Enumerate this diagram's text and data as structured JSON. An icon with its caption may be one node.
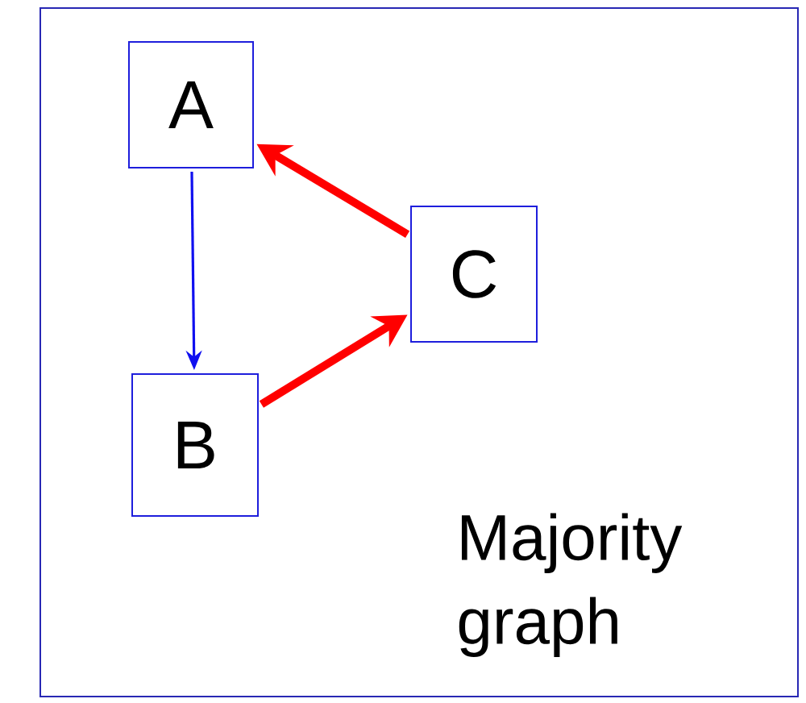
{
  "diagram": {
    "nodes": [
      {
        "text": [
          "Majority graph"
        ]
      },
      {
        "text": [
          "A"
        ],
        "in": 0
      },
      {
        "text": [
          "B"
        ],
        "in": 0
      },
      {
        "text": [
          "C"
        ],
        "in": 0
      }
    ],
    "edges": [
      {
        "from": 1,
        "to": 2,
        "arrow": "to",
        "color": "#1010f0"
      },
      {
        "from": 2,
        "to": 3,
        "arrow": "to"
      },
      {
        "from": 3,
        "to": 1,
        "arrow": "to"
      }
    ]
  }
}
